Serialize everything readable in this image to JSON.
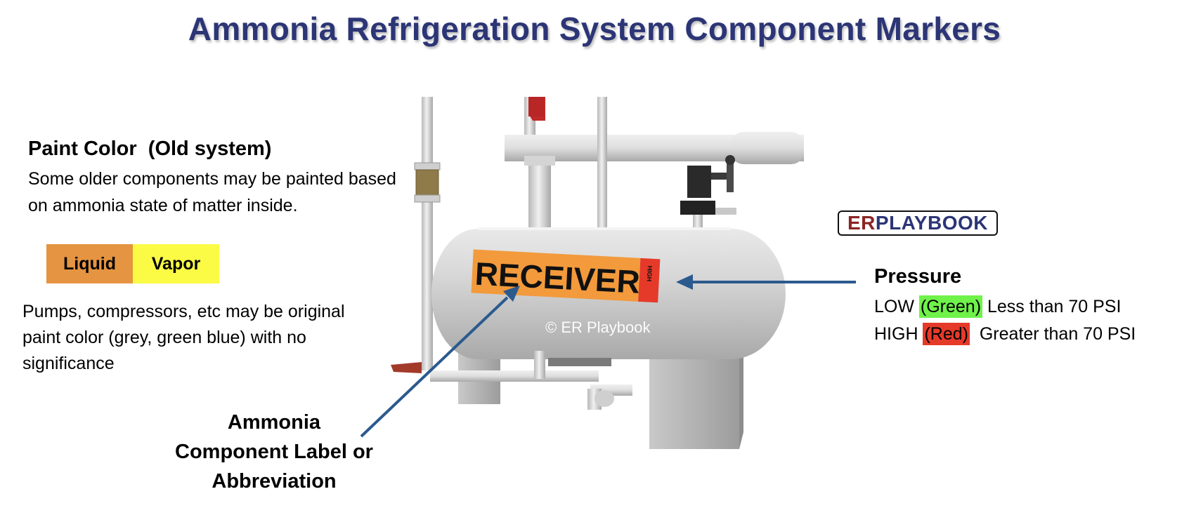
{
  "title": "Ammonia Refrigeration System Component Markers",
  "paint_section": {
    "heading": "Paint Color  (Old system)",
    "description": "Some older components may be painted based on ammonia state of matter inside.",
    "swatches": [
      {
        "label": "Liquid",
        "color": "#e59441"
      },
      {
        "label": "Vapor",
        "color": "#fbfb45"
      }
    ],
    "note": "Pumps, compressors, etc may be original paint color (grey, green blue) with no significance"
  },
  "component_callout": {
    "lines": [
      "Ammonia",
      "Component Label or",
      "Abbreviation"
    ]
  },
  "receiver_label": {
    "text": "RECEIVER",
    "tag": "HIGH",
    "label_color": "#f29a3c",
    "tag_color": "#e53a2a"
  },
  "watermark": "© ER Playbook",
  "logo": {
    "part1": "ER",
    "part2": "PLAYBOOK"
  },
  "pressure_section": {
    "heading": "Pressure",
    "low": {
      "prefix": "LOW ",
      "highlight": "(Green)",
      "suffix": " Less than 70 PSI",
      "color": "#6ff24a"
    },
    "high": {
      "prefix": "HIGH ",
      "highlight": "(Red)",
      "suffix": "  Greater than 70 PSI",
      "color": "#e53a2a"
    }
  },
  "colors": {
    "title": "#2c3575",
    "arrow": "#2b5a8e",
    "tank": "#d7d7d7"
  }
}
